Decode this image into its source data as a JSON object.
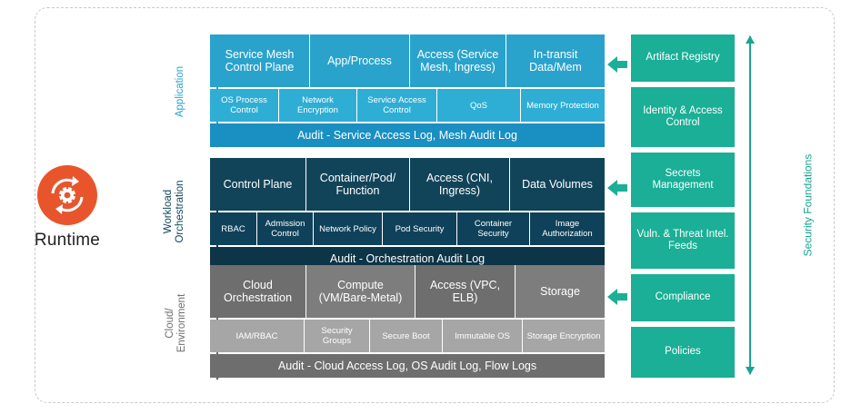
{
  "colors": {
    "application_main": "#2aa3cc",
    "application_sub": "#2eaed4",
    "application_audit": "#1a8fc1",
    "orchestration_main": "#124459",
    "orchestration_sub": "#10415a",
    "orchestration_audit": "#0d3447",
    "cloud_main": "#6e6e6e",
    "cloud_sub": "#a6a6a6",
    "cloud_audit": "#6e6e6e",
    "teal": "#1aaf96",
    "orange": "#e8552d",
    "frame_dash": "#c9c9c9"
  },
  "runtime": {
    "label": "Runtime",
    "icon": "runtime-gear-icon"
  },
  "layers": [
    {
      "id": "application",
      "axis_label": "Application",
      "axis_color": "#2aa3cc",
      "main_color": "#2aa3cc",
      "sub_color": "#2eaed4",
      "audit_color": "#1a8fc1",
      "cells": [
        {
          "label": "Service Mesh Control Plane",
          "width": 110
        },
        {
          "label": "App/Process",
          "width": 110
        },
        {
          "label": "Access (Service Mesh, Ingress)",
          "width": 106
        },
        {
          "label": "In-transit Data/Mem",
          "width": 108
        }
      ],
      "subcells": [
        {
          "label": "OS Process Control",
          "width": 76
        },
        {
          "label": "Network Encryption",
          "width": 86
        },
        {
          "label": "Service Access Control",
          "width": 88
        },
        {
          "label": "QoS",
          "width": 92
        },
        {
          "label": "Memory Protection",
          "width": 92
        }
      ],
      "audit": "Audit - Service Access Log, Mesh Audit Log"
    },
    {
      "id": "orchestration",
      "axis_label": "Workload Orchestration",
      "axis_color": "#124459",
      "main_color": "#124459",
      "sub_color": "#10415a",
      "audit_color": "#0d3447",
      "cells": [
        {
          "label": "Control Plane",
          "width": 106
        },
        {
          "label": "Container/Pod/ Function",
          "width": 114
        },
        {
          "label": "Access (CNI, Ingress)",
          "width": 110
        },
        {
          "label": "Data Volumes",
          "width": 104
        }
      ],
      "subcells": [
        {
          "label": "RBAC",
          "width": 52
        },
        {
          "label": "Admission Control",
          "width": 62
        },
        {
          "label": "Network Policy",
          "width": 76
        },
        {
          "label": "Pod Security",
          "width": 82
        },
        {
          "label": "Container Security",
          "width": 80
        },
        {
          "label": "Image Authorization",
          "width": 82
        }
      ],
      "audit": "Audit - Orchestration Audit Log"
    },
    {
      "id": "cloud",
      "axis_label": "Cloud/ Environment",
      "axis_color": "#6e6e6e",
      "main_color": "#6e6e6e",
      "sub_color": "#a6a6a6",
      "audit_color": "#6e6e6e",
      "cells": [
        {
          "label": "Cloud Orchestration",
          "width": 106,
          "shade": "#6e6e6e"
        },
        {
          "label": "Compute (VM/Bare-Metal)",
          "width": 120,
          "shade": "#7d7d7d"
        },
        {
          "label": "Access (VPC, ELB)",
          "width": 110,
          "shade": "#6e6e6e"
        },
        {
          "label": "Storage",
          "width": 98,
          "shade": "#7d7d7d"
        }
      ],
      "subcells": [
        {
          "label": "IAM/RBAC",
          "width": 104
        },
        {
          "label": "Security Groups",
          "width": 72
        },
        {
          "label": "Secure Boot",
          "width": 80
        },
        {
          "label": "Immutable OS",
          "width": 88
        },
        {
          "label": "Storage Encryption",
          "width": 90
        }
      ],
      "audit": "Audit - Cloud Access Log, OS Audit Log, Flow Logs"
    }
  ],
  "foundations": {
    "axis_label": "Security Foundations",
    "boxes": [
      {
        "label": "Artifact Registry",
        "height": 52
      },
      {
        "label": "Identity & Access Control",
        "height": 66
      },
      {
        "label": "Secrets Management",
        "height": 60
      },
      {
        "label": "Vuln. & Threat Intel. Feeds",
        "height": 62
      },
      {
        "label": "Compliance",
        "height": 52
      },
      {
        "label": "Policies",
        "height": 56
      }
    ]
  }
}
